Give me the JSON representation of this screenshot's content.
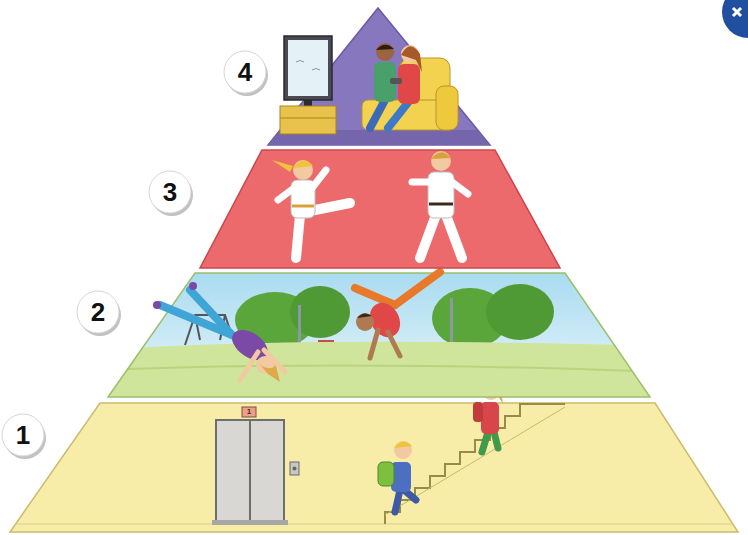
{
  "diagram": {
    "nodes": [
      {
        "text": [
          "4"
        ]
      },
      {
        "text": [
          "3"
        ]
      },
      {
        "text": [
          "2"
        ]
      },
      {
        "text": [
          "1"
        ]
      }
    ],
    "labels": [
      "1"
    ]
  }
}
